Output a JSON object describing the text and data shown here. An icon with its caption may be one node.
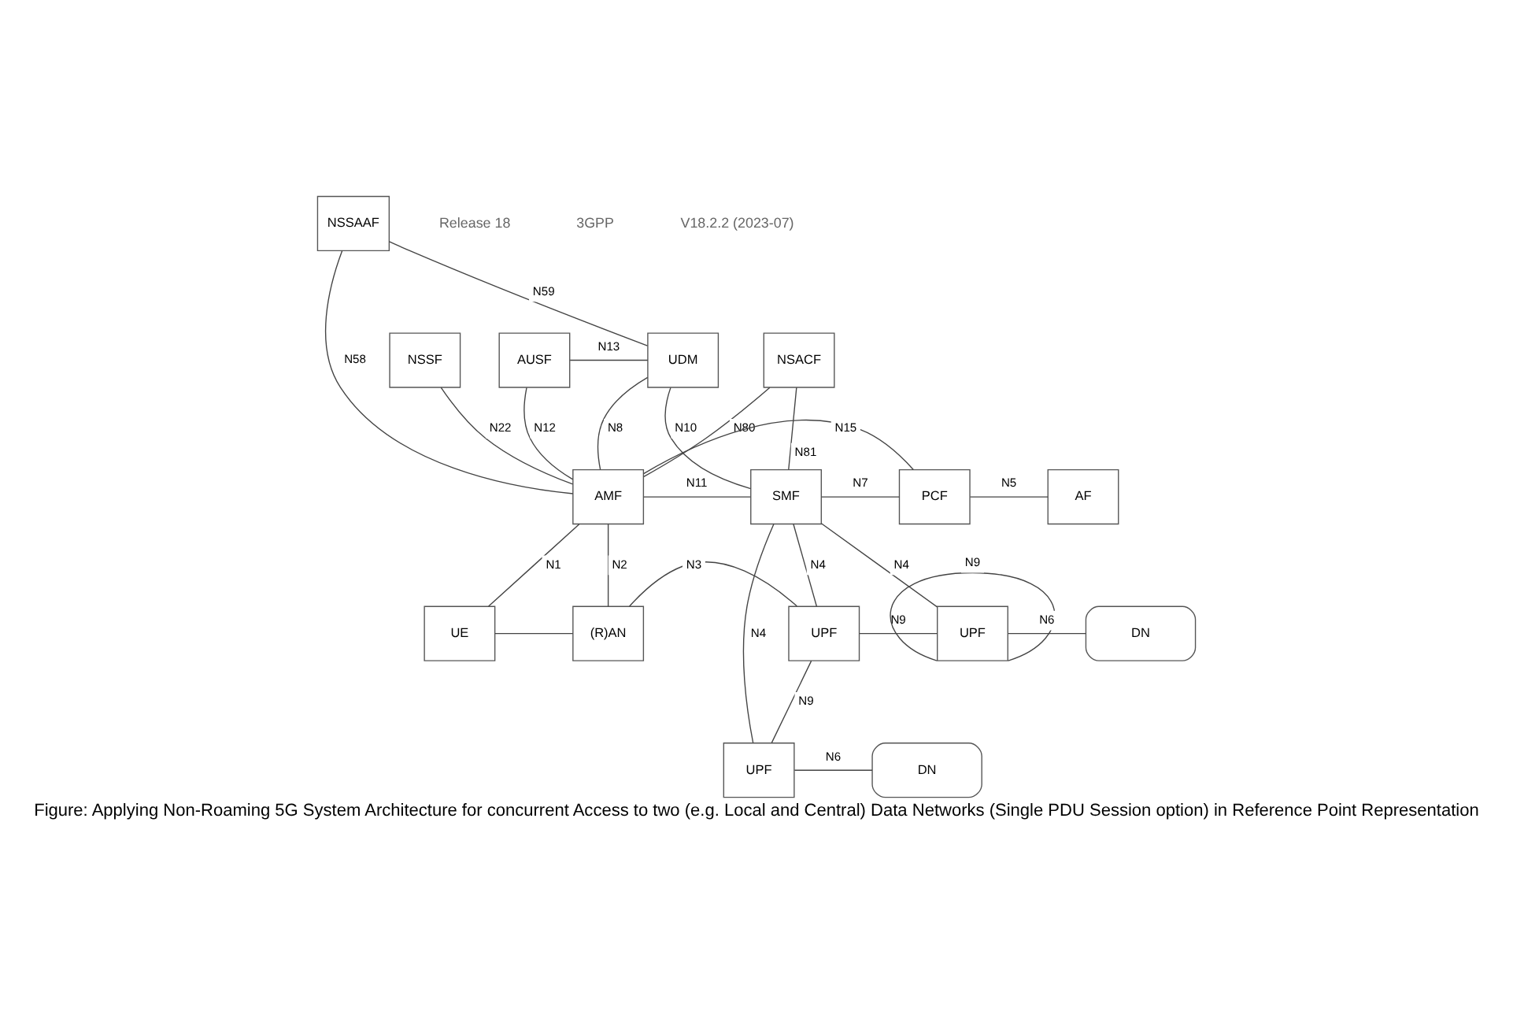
{
  "diagram": {
    "caption": "Figure: Applying Non-Roaming 5G System Architecture for concurrent Access to two (e.g. Local and Central) Data Networks (Single PDU Session option) in Reference Point Representation",
    "nodes": [
      {
        "text": [
          "NSSAAF"
        ]
      },
      {
        "text": [
          "NSSF"
        ]
      },
      {
        "text": [
          "AUSF"
        ]
      },
      {
        "text": [
          "UDM"
        ]
      },
      {
        "text": [
          "NSACF"
        ]
      },
      {
        "text": [
          "AMF"
        ]
      },
      {
        "text": [
          "SMF"
        ]
      },
      {
        "text": [
          "PCF"
        ]
      },
      {
        "text": [
          "AF"
        ]
      },
      {
        "text": [
          "UE"
        ]
      },
      {
        "text": [
          "(R)AN"
        ]
      },
      {
        "text": [
          "UPF"
        ]
      },
      {
        "text": [
          "UPF"
        ]
      },
      {
        "text": [
          "DN"
        ]
      },
      {
        "text": [
          "UPF"
        ]
      },
      {
        "text": [
          "DN"
        ]
      }
    ],
    "edges": [
      {
        "from": 0,
        "to": 3,
        "arrow": "none",
        "label": "N59"
      },
      {
        "from": 2,
        "to": 3,
        "arrow": "none",
        "label": "N13"
      },
      {
        "from": 0,
        "to": 5,
        "arrow": "none",
        "label": "N58"
      },
      {
        "from": 1,
        "to": 5,
        "arrow": "none",
        "label": "N22"
      },
      {
        "from": 2,
        "to": 5,
        "arrow": "none",
        "label": "N12"
      },
      {
        "from": 3,
        "to": 5,
        "arrow": "none",
        "label": "N8"
      },
      {
        "from": 3,
        "to": 6,
        "arrow": "none",
        "label": "N10"
      },
      {
        "from": 4,
        "to": 5,
        "arrow": "none",
        "label": "N80"
      },
      {
        "from": 4,
        "to": 6,
        "arrow": "none",
        "label": "N81"
      },
      {
        "from": 5,
        "to": 6,
        "arrow": "none",
        "label": "N11"
      },
      {
        "from": 6,
        "to": 7,
        "arrow": "none",
        "label": "N7"
      },
      {
        "from": 7,
        "to": 8,
        "arrow": "none",
        "label": "N5"
      },
      {
        "from": 5,
        "to": 9,
        "arrow": "none",
        "label": "N1"
      },
      {
        "from": 5,
        "to": 10,
        "arrow": "none",
        "label": "N2"
      },
      {
        "from": 5,
        "to": 7,
        "arrow": "none",
        "label": "N15"
      },
      {
        "from": 6,
        "to": 11,
        "arrow": "none",
        "label": "N4"
      },
      {
        "from": 6,
        "to": 12,
        "arrow": "none",
        "label": "N4"
      },
      {
        "from": 6,
        "to": 14,
        "arrow": "none",
        "label": "N4"
      },
      {
        "from": 9,
        "to": 10,
        "arrow": "none"
      },
      {
        "from": 10,
        "to": 11,
        "arrow": "none",
        "label": "N3"
      },
      {
        "from": 11,
        "to": 12,
        "arrow": "none",
        "label": "N9"
      },
      {
        "from": 11,
        "to": 14,
        "arrow": "none",
        "label": "N9"
      },
      {
        "from": 12,
        "to": 13,
        "arrow": "none",
        "label": "N6"
      },
      {
        "from": 12,
        "to": 12,
        "arrow": "none",
        "label": "N9"
      },
      {
        "from": 14,
        "to": 15,
        "arrow": "none",
        "label": "N6"
      }
    ],
    "labels": [
      "Release 18",
      "3GPP",
      "V18.2.2 (2023-07)"
    ]
  }
}
